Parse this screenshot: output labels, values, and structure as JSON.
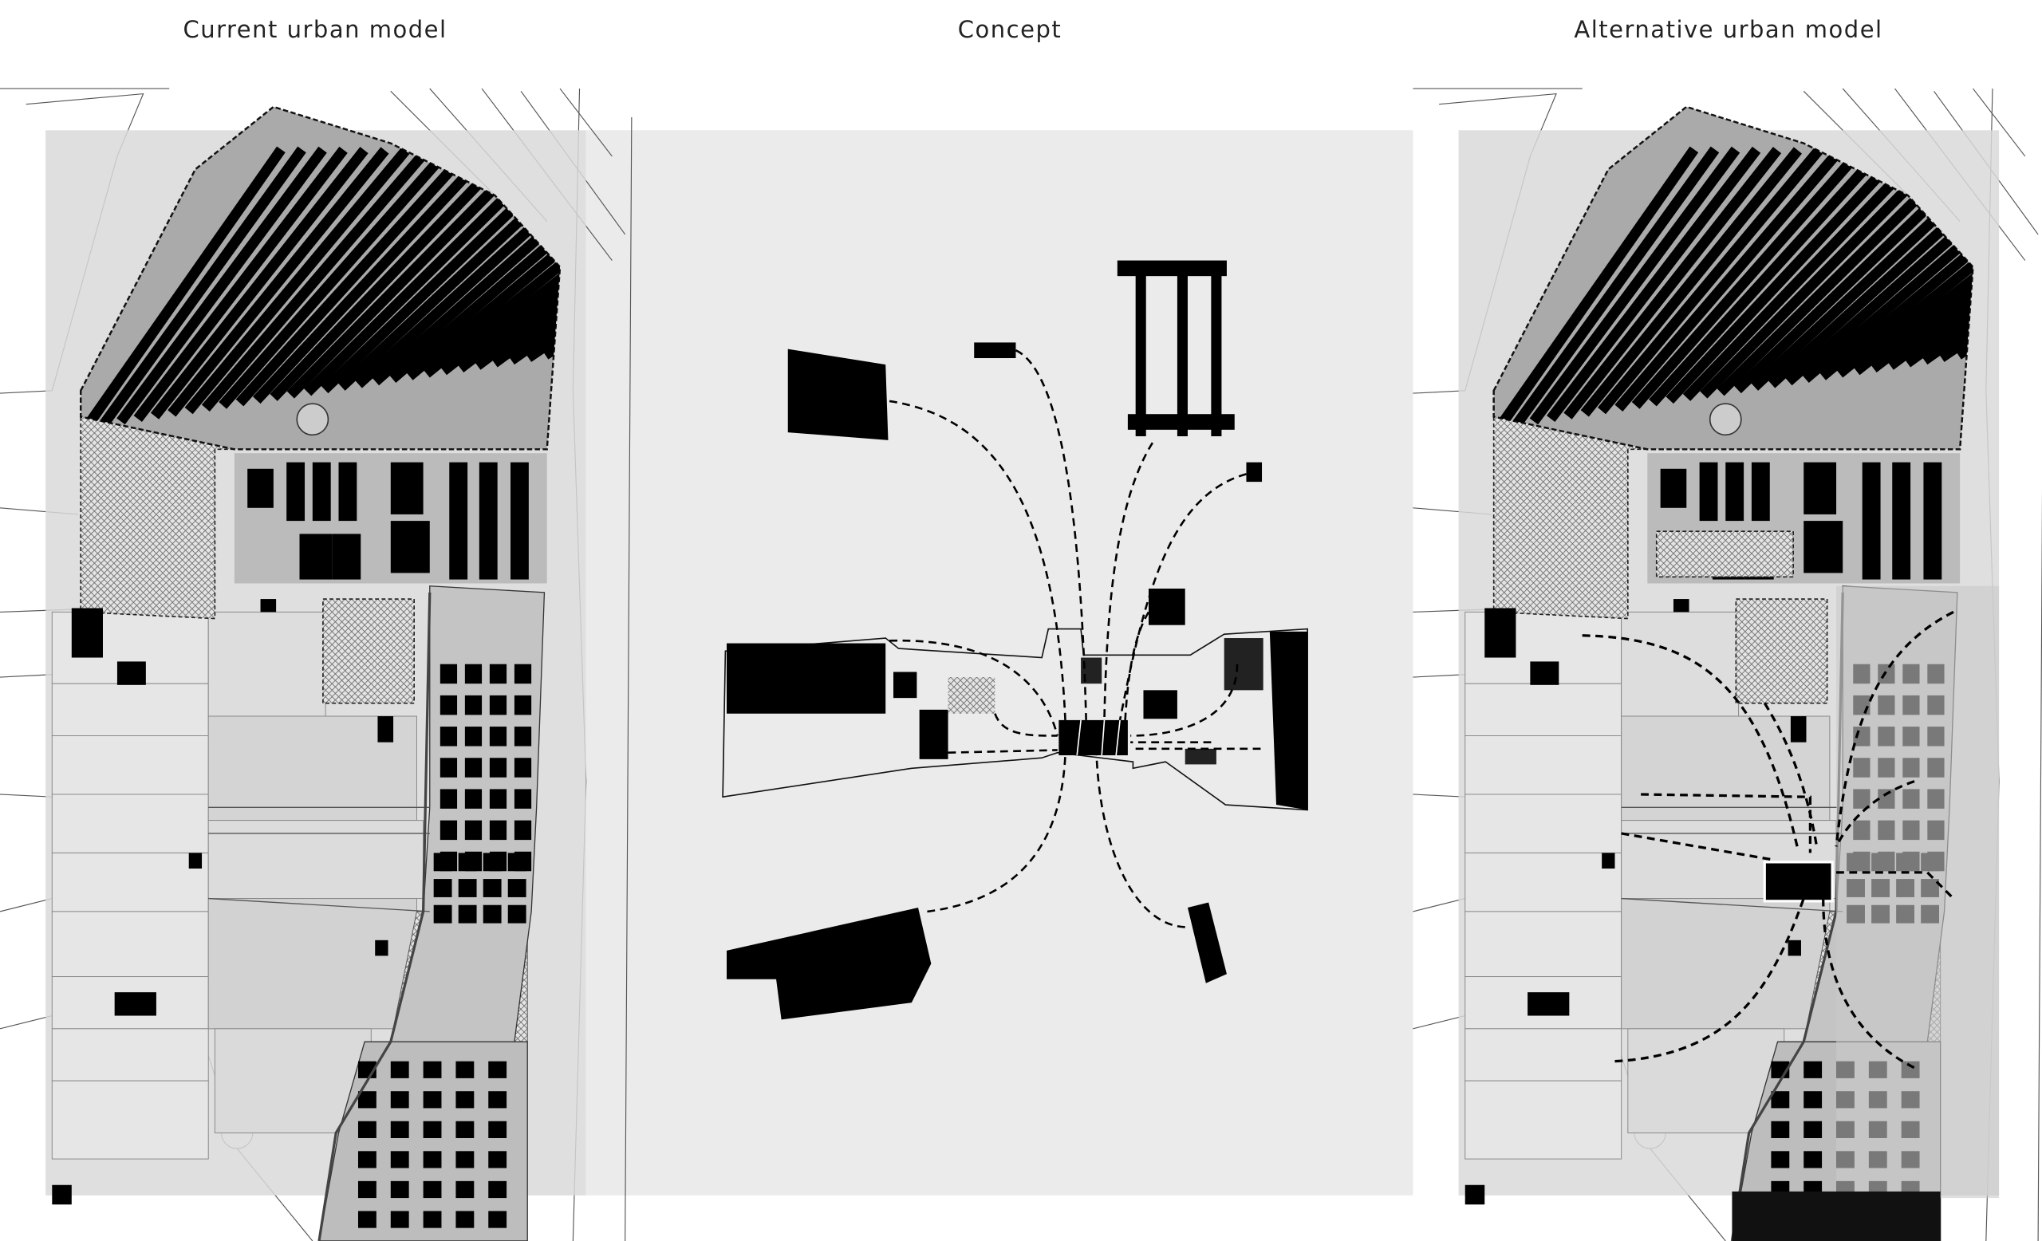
{
  "panels": {
    "current": {
      "title": "Current urban model"
    },
    "concept": {
      "title": "Concept"
    },
    "alternative": {
      "title": "Alternative urban model"
    }
  },
  "colors": {
    "background": "#ffffff",
    "panel_gray": "#ebebeb",
    "map_gray": "#d9d9d9",
    "building": "#000000"
  }
}
